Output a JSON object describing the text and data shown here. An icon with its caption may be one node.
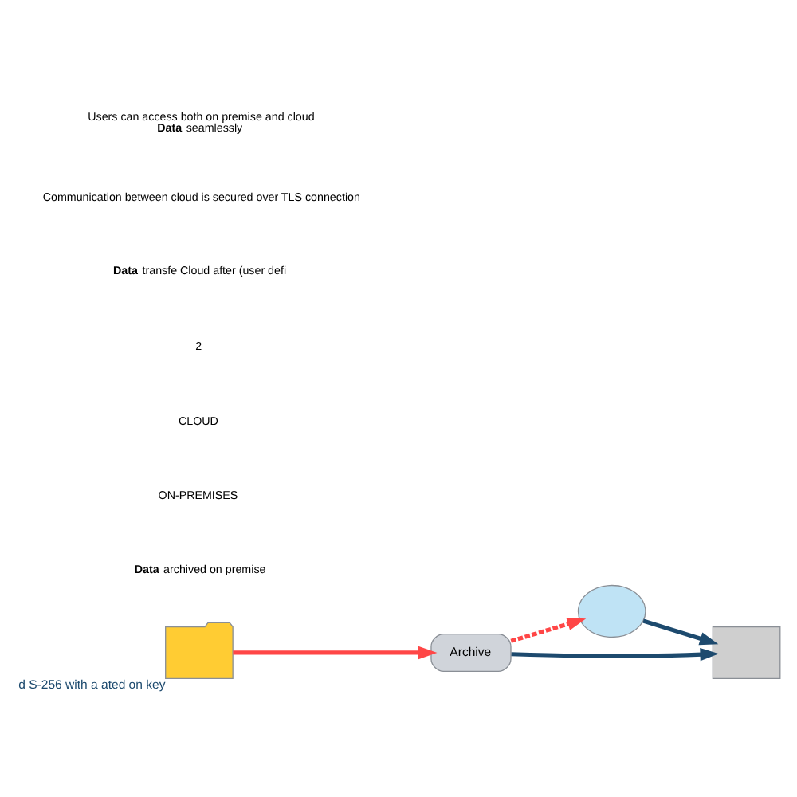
{
  "diagram": {
    "nodes": [
      {
        "text": [],
        "shape": "folder",
        "beside": [
          "d S-256 with a ated on key"
        ]
      },
      {
        "text": [
          "Archive"
        ]
      },
      {
        "text": [],
        "shape": "cloud"
      },
      {
        "text": [],
        "shape": "box"
      }
    ],
    "edges": [
      {
        "from": 0,
        "to": 1,
        "arrow": "to",
        "color": "#ff4646"
      },
      {
        "from": 1,
        "to": 2,
        "arrow": "to",
        "style": "dashed",
        "color": "#ff4646"
      },
      {
        "from": 1,
        "to": 3,
        "arrow": "to",
        "color": "#1d4a6e"
      },
      {
        "from": 2,
        "to": 3,
        "arrow": "to",
        "color": "#1d4a6e"
      }
    ],
    "labels": [
      "**Data** archived on premise",
      "ON-PREMISES",
      "CLOUD",
      "2",
      "**Data** transfe Cloud after (user defi",
      "Communication between cloud is secured over TLS connection",
      "Users can access both on premise and cloud **Data** seamlessly"
    ]
  }
}
